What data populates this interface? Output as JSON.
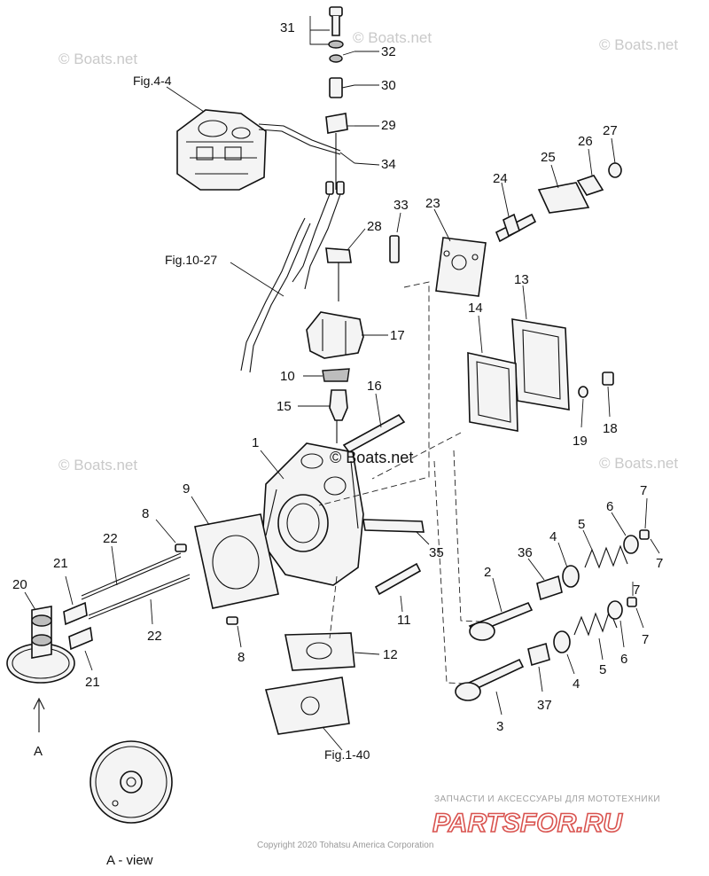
{
  "watermarks": [
    "© Boats.net",
    "© Boats.net",
    "© Boats.net",
    "© Boats.net",
    "© Boats.net"
  ],
  "center_watermark": "© Boats.net",
  "fig_refs": [
    "Fig.4-4",
    "Fig.10-27",
    "Fig.1-40"
  ],
  "callouts": [
    "31",
    "32",
    "30",
    "29",
    "34",
    "28",
    "33",
    "23",
    "24",
    "25",
    "26",
    "27",
    "13",
    "14",
    "18",
    "19",
    "17",
    "10",
    "15",
    "16",
    "1",
    "9",
    "8",
    "22",
    "21",
    "20",
    "21",
    "22",
    "8",
    "35",
    "11",
    "12",
    "2",
    "36",
    "4",
    "5",
    "6",
    "7",
    "7",
    "7",
    "7",
    "6",
    "5",
    "4",
    "37",
    "3"
  ],
  "view_marker": "A",
  "view_label": "A - view",
  "copyright": "Copyright 2020 Tohatsu America Corporation",
  "brand": {
    "tagline": "ЗАПЧАСТИ И АКСЕССУАРЫ ДЛЯ МОТОТЕХНИКИ",
    "logo_text": "PARTSFOR.RU",
    "color": "#d9534f"
  },
  "colors": {
    "line": "#111111",
    "watermark": "#c9c9c9"
  }
}
